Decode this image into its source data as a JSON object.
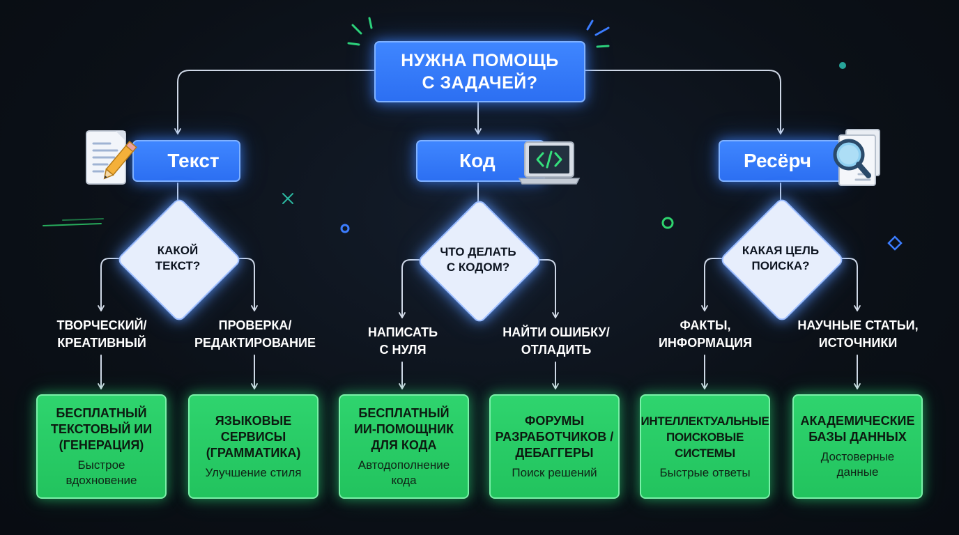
{
  "root": {
    "title": "НУЖНА ПОМОЩЬ\nС ЗАДАЧЕЙ?"
  },
  "branches": [
    {
      "category": "Текст",
      "icon": "document-pencil-icon",
      "question": "КАКОЙ\nТЕКСТ?",
      "options": [
        {
          "label": "ТВОРЧЕСКИЙ/\nКРЕАТИВНЫЙ",
          "result": {
            "title": "БЕСПЛАТНЫЙ\nТЕКСТОВЫЙ ИИ\n(ГЕНЕРАЦИЯ)",
            "subtitle": "Быстрое\nвдохновение"
          }
        },
        {
          "label": "ПРОВЕРКА/\nРЕДАКТИРОВАНИЕ",
          "result": {
            "title": "ЯЗЫКОВЫЕ\nСЕРВИСЫ\n(ГРАММАТИКА)",
            "subtitle": "Улучшение стиля"
          }
        }
      ]
    },
    {
      "category": "Код",
      "icon": "laptop-code-icon",
      "question": "ЧТО ДЕЛАТЬ\nС КОДОМ?",
      "options": [
        {
          "label": "НАПИСАТЬ\nС НУЛЯ",
          "result": {
            "title": "БЕСПЛАТНЫЙ\nИИ-ПОМОЩНИК\nДЛЯ КОДА",
            "subtitle": "Автодополнение\nкода"
          }
        },
        {
          "label": "НАЙТИ ОШИБКУ/\nОТЛАДИТЬ",
          "result": {
            "title": "ФОРУМЫ\nРАЗРАБОТЧИКОВ /\nДЕБАГГЕРЫ",
            "subtitle": "Поиск решений"
          }
        }
      ]
    },
    {
      "category": "Ресёрч",
      "icon": "magnifier-documents-icon",
      "question": "КАКАЯ ЦЕЛЬ\nПОИСКА?",
      "options": [
        {
          "label": "ФАКТЫ,\nИНФОРМАЦИЯ",
          "result": {
            "title": "ИНТЕЛЛЕКТУАЛЬНЫЕ\nПОИСКОВЫЕ\nСИСТЕМЫ",
            "subtitle": "Быстрые ответы"
          }
        },
        {
          "label": "НАУЧНЫЕ СТАТЬИ,\nИСТОЧНИКИ",
          "result": {
            "title": "АКАДЕМИЧЕСКИЕ\nБАЗЫ ДАННЫХ",
            "subtitle": "Достоверные\nданные"
          }
        }
      ]
    }
  ],
  "colors": {
    "background": "#0b1017",
    "node_blue": "#2f73f5",
    "decision_fill": "#e7eefc",
    "result_green": "#27c964",
    "connector": "#cfd8e6"
  }
}
